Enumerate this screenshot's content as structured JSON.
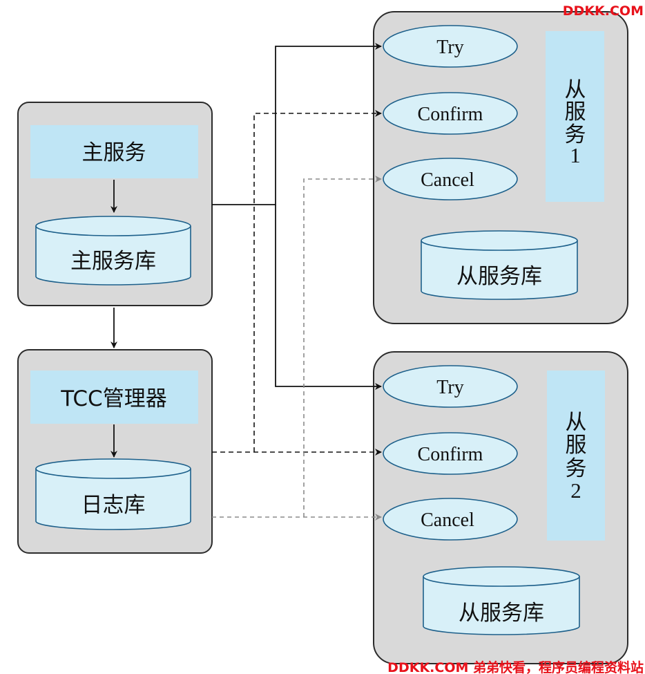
{
  "watermark": {
    "top": "DDKK.COM",
    "bottom": "DDKK.COM 弟弟快看，程序员编程资料站",
    "color": "#e8121b"
  },
  "main_service": {
    "label": "主服务",
    "db_label": "主服务库"
  },
  "tcc": {
    "label": "TCC管理器",
    "db_label": "日志库"
  },
  "slave1": {
    "title_chars": [
      "从",
      "服",
      "务",
      "1"
    ],
    "ops": [
      "Try",
      "Confirm",
      "Cancel"
    ],
    "db_label": "从服务库"
  },
  "slave2": {
    "title_chars": [
      "从",
      "服",
      "务",
      "2"
    ],
    "ops": [
      "Try",
      "Confirm",
      "Cancel"
    ],
    "db_label": "从服务库"
  },
  "colors": {
    "panel": "#d9d9d9",
    "label_box": "#bfe5f5",
    "shape_fill": "#d8f0f8",
    "shape_stroke": "#1c5f8a",
    "grey_dash": "#8a8a8a"
  }
}
